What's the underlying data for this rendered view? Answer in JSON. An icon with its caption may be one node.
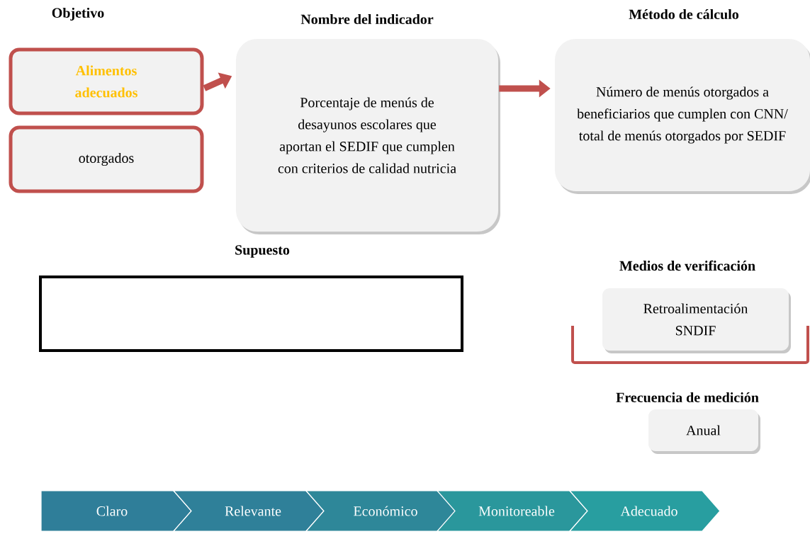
{
  "diagram": {
    "nodes": [
      {
        "text": [
          "Alimentos adecuados"
        ]
      },
      {
        "text": [
          "otorgados"
        ]
      },
      {
        "text": [
          "Nombre del indicador",
          "Porcentaje de menús de desayunos escolares que aportan el SEDIF que cumplen con criterios de calidad nutricia"
        ]
      },
      {
        "text": [
          "Método de cálculo",
          "Número de menús otorgados a beneficiarios que cumplen con CNN/ total de menús otorgados por SEDIF"
        ]
      },
      {
        "text": [
          "Supuesto"
        ]
      },
      {
        "text": [
          "Medios de verificación",
          "Retroalimentación SNDIF"
        ]
      },
      {
        "text": [
          "Frecuencia de medición",
          "Anual"
        ]
      },
      {
        "text": [
          "Claro"
        ]
      },
      {
        "text": [
          "Relevante"
        ]
      },
      {
        "text": [
          "Económico"
        ]
      },
      {
        "text": [
          "Monitoreable"
        ]
      },
      {
        "text": [
          "Adecuado"
        ]
      }
    ],
    "edges": [
      {
        "from": 0,
        "to": 2,
        "arrow": "to"
      },
      {
        "from": 2,
        "to": 3,
        "arrow": "to"
      }
    ],
    "labels": [
      "Objetivo"
    ]
  }
}
